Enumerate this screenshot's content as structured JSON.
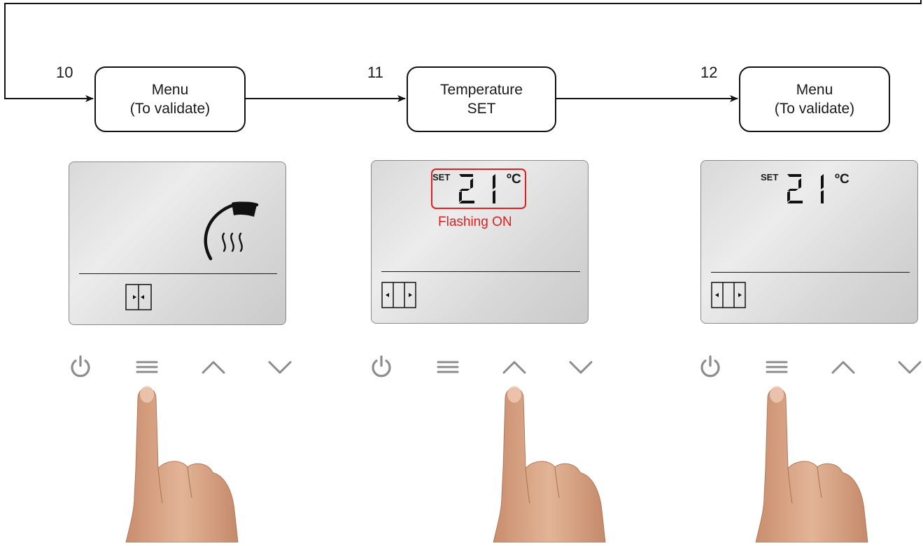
{
  "steps": [
    {
      "number": "10",
      "box_line1": "Menu",
      "box_line2": "(To validate)",
      "pressed_key": "menu"
    },
    {
      "number": "11",
      "box_line1": "Temperature",
      "box_line2": "SET",
      "pressed_key": "up"
    },
    {
      "number": "12",
      "box_line1": "Menu",
      "box_line2": "(To validate)",
      "pressed_key": "menu"
    }
  ],
  "display2": {
    "set_label": "SET",
    "temperature": "21",
    "unit": "ºC",
    "flashing_label": "Flashing ON"
  },
  "display3": {
    "set_label": "SET",
    "temperature": "21",
    "unit": "ºC"
  },
  "colors": {
    "highlight": "#e02020",
    "key_icons": "#8c8c8c",
    "lcd_background": "#dcdcdc",
    "skin": "#e3b497"
  },
  "icons": {
    "display1": "heating-waves-icon",
    "keys": [
      "power-icon",
      "menu-icon",
      "up-arrow-icon",
      "down-arrow-icon"
    ]
  }
}
